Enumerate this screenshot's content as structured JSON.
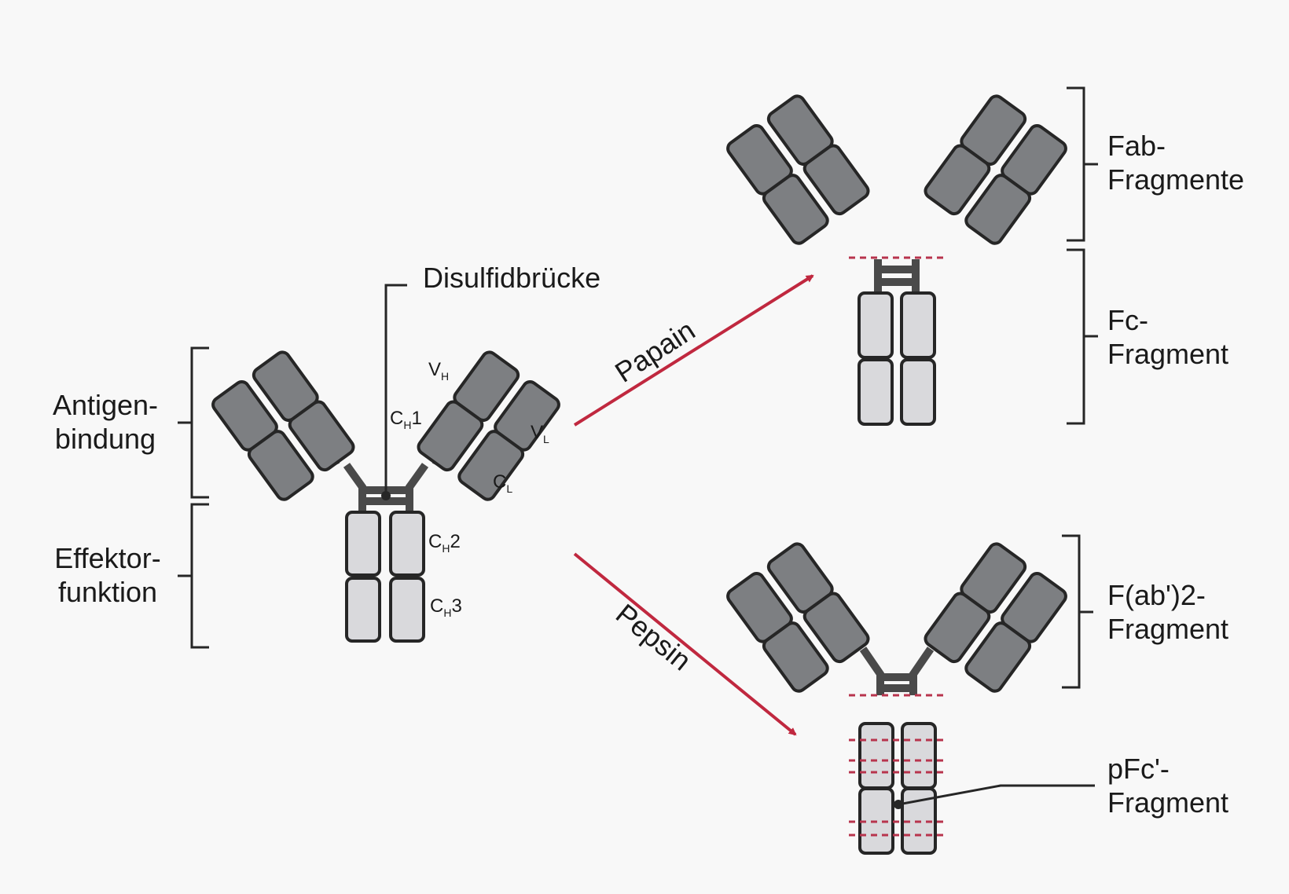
{
  "labels": {
    "disulfide": "Disulfidbrücke",
    "antigen_1": "Antigen-",
    "antigen_2": "bindung",
    "effector_1": "Effektor-",
    "effector_2": "funktion",
    "papain": "Papain",
    "pepsin": "Pepsin",
    "fab_1": "Fab-",
    "fab_2": "Fragmente",
    "fc_1": "Fc-",
    "fc_2": "Fragment",
    "fab2_1": "F(ab')2-",
    "fab2_2": "Fragment",
    "pfc_1": "pFc'-",
    "pfc_2": "Fragment"
  },
  "domains": {
    "vh_main": "V",
    "vh_sub": "H",
    "vl_main": "V",
    "vl_sub": "L",
    "cl_main": "C",
    "cl_sub": "L",
    "ch1_main": "C",
    "ch1_sub": "H",
    "ch1_num": "1",
    "ch2_main": "C",
    "ch2_sub": "H",
    "ch2_num": "2",
    "ch3_main": "C",
    "ch3_sub": "H",
    "ch3_num": "3"
  },
  "colors": {
    "dark_domain": "#7d7f82",
    "light_domain": "#d9d9dc",
    "outline": "#262626",
    "hinge": "#4a4a4a",
    "arrow": "#c0283f",
    "cut_line": "#b8344d",
    "background": "#f8f8f8"
  }
}
